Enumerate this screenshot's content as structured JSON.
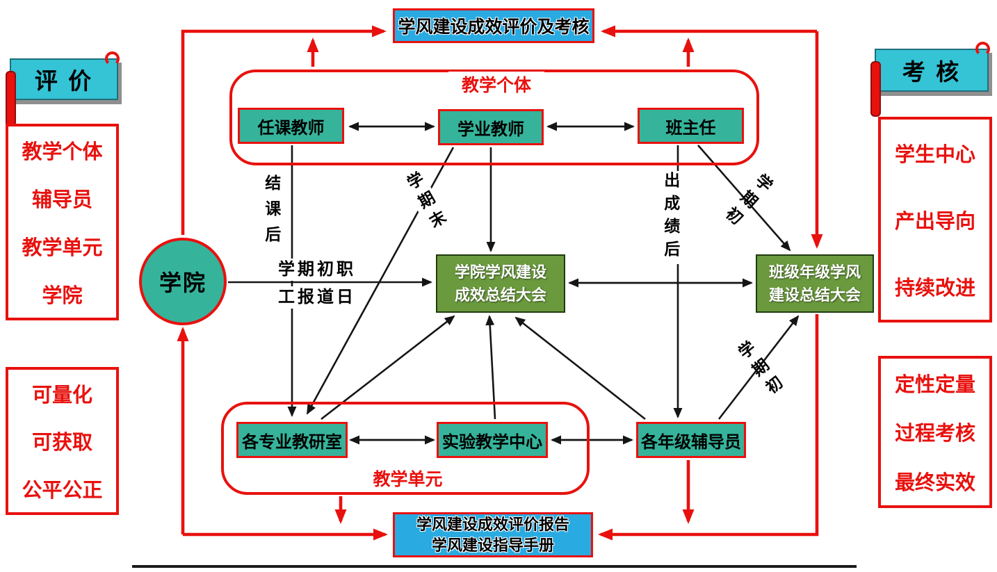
{
  "header_boxes": {
    "top_title": "学风建设成效评价及考核",
    "bottom_title_line1": "学风建设成效评价报告",
    "bottom_title_line2": "学风建设指导手册"
  },
  "banners": {
    "left": "评 价",
    "right": "考 核"
  },
  "side_panels": {
    "evaluation_objects": [
      "教学个体",
      "辅导员",
      "教学单元",
      "学院"
    ],
    "evaluation_principles": [
      "可量化",
      "可获取",
      "公平公正"
    ],
    "assessment_orientations": [
      "学生中心",
      "产出导向",
      "持续改进"
    ],
    "assessment_methods": [
      "定性定量",
      "过程考核",
      "最终实效"
    ]
  },
  "diagram": {
    "college_circle": "学院",
    "top_group_label": "教学个体",
    "bottom_group_label": "教学单元",
    "individuals": [
      "任课教师",
      "学业教师",
      "班主任"
    ],
    "units": [
      "各专业教研室",
      "实验教学中心",
      "各年级辅导员"
    ],
    "college_meeting": {
      "line1": "学院学风建设",
      "line2": "成效总结大会"
    },
    "class_meeting": {
      "line1": "班级年级学风",
      "line2": "建设总结大会"
    }
  },
  "edge_labels": {
    "after_course_end": "结课后",
    "semester_end": "学期末",
    "after_grades_out": "出成绩后",
    "semester_start_upper": "学期初",
    "semester_start_lower": "学期初",
    "staff_report_day_line1": "学期初职",
    "staff_report_day_line2": "工报道日"
  },
  "colors": {
    "accent_red": "#e8110e",
    "node_teal": "#35b49b",
    "meeting_green": "#6a9a3d",
    "banner_cyan": "#35c3d6",
    "report_blue": "#29abe2"
  }
}
